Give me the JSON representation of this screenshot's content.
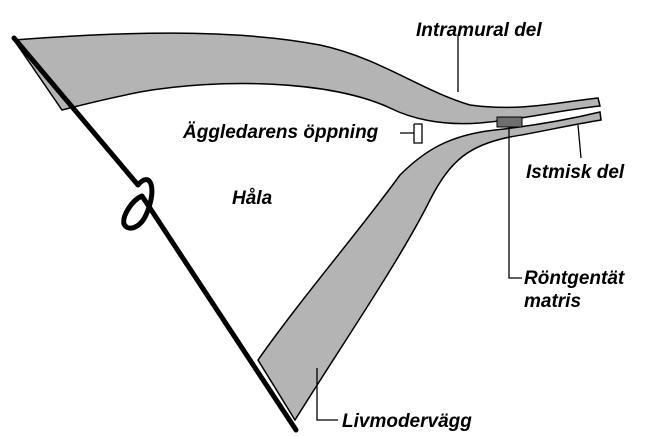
{
  "labels": {
    "intramural": "Intramural del",
    "opening": "Äggledarens öppning",
    "cavity": "Håla",
    "isthmic": "Istmisk del",
    "radiopaque_line1": "Röntgentät",
    "radiopaque_line2": "matris",
    "uterine_wall": "Livmodervägg"
  },
  "colors": {
    "tissue_fill": "#b4b4b4",
    "matrix_fill": "#6e6e6e",
    "outline": "#000000",
    "background": "#ffffff"
  }
}
